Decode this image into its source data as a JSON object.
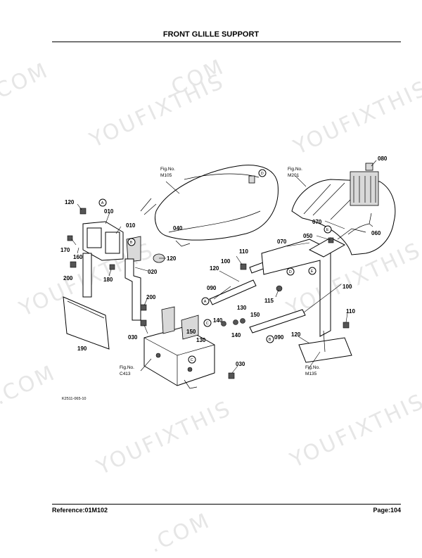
{
  "page": {
    "title": "FRONT GLILLE SUPPORT",
    "reference": "Reference:01M102",
    "page_number": "Page:104",
    "diagram_code": "K2511-065-10"
  },
  "watermark": {
    "text": "YOUFIXTHIS",
    "fragment": ".COM",
    "color": "#e6e6e6"
  },
  "figure_refs": [
    {
      "fig": "Fig.No.",
      "num": "M105"
    },
    {
      "fig": "Fig.No.",
      "num": "M201"
    },
    {
      "fig": "Fig.No.",
      "num": "C413"
    },
    {
      "fig": "Fig.No.",
      "num": "M135"
    }
  ],
  "callouts": [
    "A",
    "B",
    "C",
    "D",
    "E",
    "A",
    "B",
    "C",
    "D",
    "E"
  ],
  "parts": [
    "120",
    "010",
    "010",
    "040",
    "120",
    "170",
    "160",
    "180",
    "020",
    "200",
    "200",
    "190",
    "030",
    "150",
    "140",
    "130",
    "140",
    "130",
    "150",
    "030",
    "110",
    "100",
    "120",
    "090",
    "115",
    "100",
    "070",
    "050",
    "070",
    "060",
    "080",
    "110",
    "120",
    "090"
  ]
}
